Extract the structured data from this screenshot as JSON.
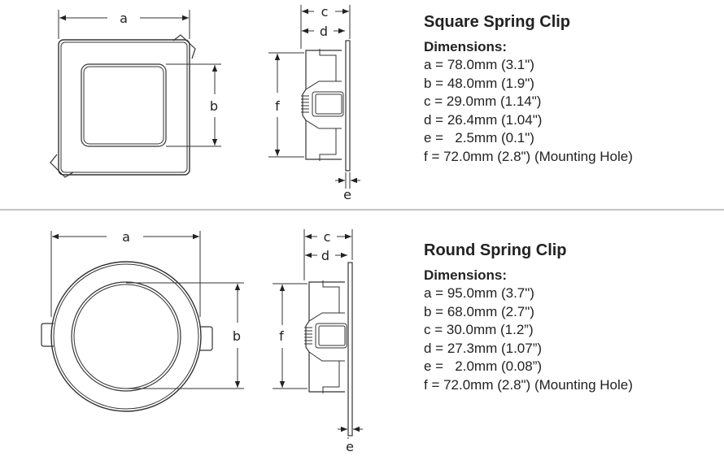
{
  "square": {
    "title": "Square Spring Clip",
    "dimensions_heading": "Dimensions:",
    "lines": [
      "a = 78.0mm (3.1\")",
      "b = 48.0mm (1.9\")",
      "c = 29.0mm (1.14\")",
      "d = 26.4mm (1.04\")",
      "e =   2.5mm (0.1\")",
      "f = 72.0mm (2.8\") (Mounting Hole)"
    ],
    "labels": {
      "a": "a",
      "b": "b",
      "c": "c",
      "d": "d",
      "e": "e",
      "f": "f"
    }
  },
  "round": {
    "title": "Round Spring Clip",
    "dimensions_heading": "Dimensions:",
    "lines": [
      "a = 95.0mm (3.7\")",
      "b = 68.0mm (2.7\")",
      "c = 30.0mm (1.2”)",
      "d = 27.3mm (1.07”)",
      "e =   2.0mm (0.08”)",
      "f = 72.0mm (2.8\") (Mounting Hole)"
    ],
    "labels": {
      "a": "a",
      "b": "b",
      "c": "c",
      "d": "d",
      "e": "e",
      "f": "f"
    }
  }
}
